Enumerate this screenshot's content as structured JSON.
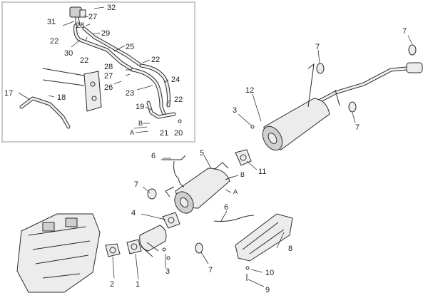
{
  "callouts": {
    "c1": "1",
    "c2": "2",
    "c3a": "3",
    "c3b": "3",
    "c4": "4",
    "c5": "5",
    "c6a": "6",
    "c6b": "6",
    "c7a": "7",
    "c7b": "7",
    "c7c": "7",
    "c7d": "7",
    "c7e": "7",
    "c8": "8",
    "c9": "9",
    "c10": "10",
    "c11": "11",
    "c12": "12",
    "c17": "17",
    "c18": "18",
    "c19": "19",
    "c20": "20",
    "c21": "21",
    "c22a": "22",
    "c22b": "22",
    "c22c": "22",
    "c22d": "22",
    "c23": "23",
    "c24": "24",
    "c25": "25",
    "c26": "26",
    "c27a": "27",
    "c27b": "27",
    "c28a": "28",
    "c28b": "28",
    "c29": "29",
    "c30": "30",
    "c31": "31",
    "c32": "32"
  },
  "refs": {
    "a_inset": "A",
    "b_inset": "B",
    "a_main": "A",
    "b_main": "B"
  }
}
